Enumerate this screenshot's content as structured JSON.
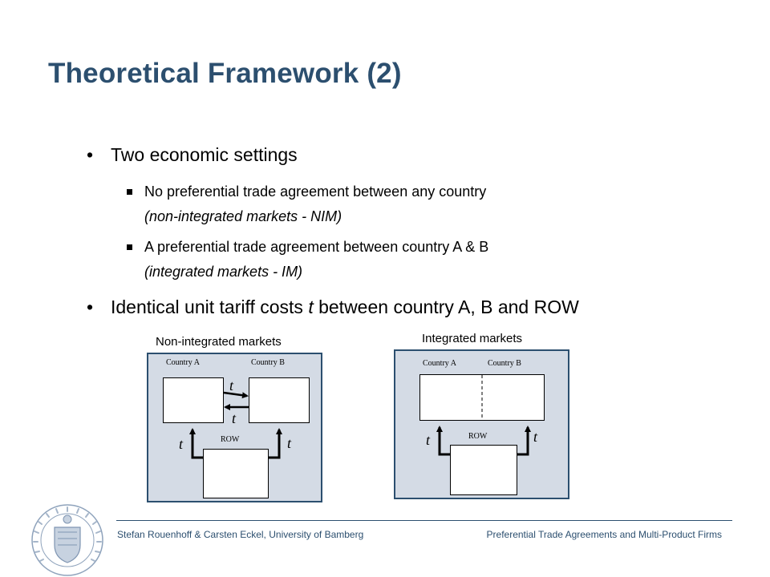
{
  "slide": {
    "title": "Theoretical Framework (2)",
    "bullet1": "Two economic settings",
    "sub1_line1": "No preferential trade agreement between any country",
    "sub1_line2": "(non-integrated markets - NIM)",
    "sub2_line1": "A preferential trade agreement between country A & B",
    "sub2_line2": "(integrated markets - IM)",
    "bullet2_pre": "Identical unit tariff costs ",
    "bullet2_var": "t",
    "bullet2_post": " between country A, B and ROW",
    "bullet_char": "•"
  },
  "diagram_nim": {
    "title": "Non-integrated markets",
    "country_a": "Country A",
    "country_b": "Country B",
    "row": "ROW",
    "tariff": "t"
  },
  "diagram_im": {
    "title": "Integrated markets",
    "country_a": "Country A",
    "country_b": "Country B",
    "row": "ROW",
    "tariff": "t"
  },
  "footer": {
    "left": "Stefan Rouenhoff & Carsten Eckel, University of Bamberg",
    "right": "Preferential Trade Agreements and Multi-Product Firms"
  },
  "colors": {
    "title": "#2c4f6f",
    "panel_fill": "#d4dbe5",
    "panel_border": "#2c4f6f"
  }
}
